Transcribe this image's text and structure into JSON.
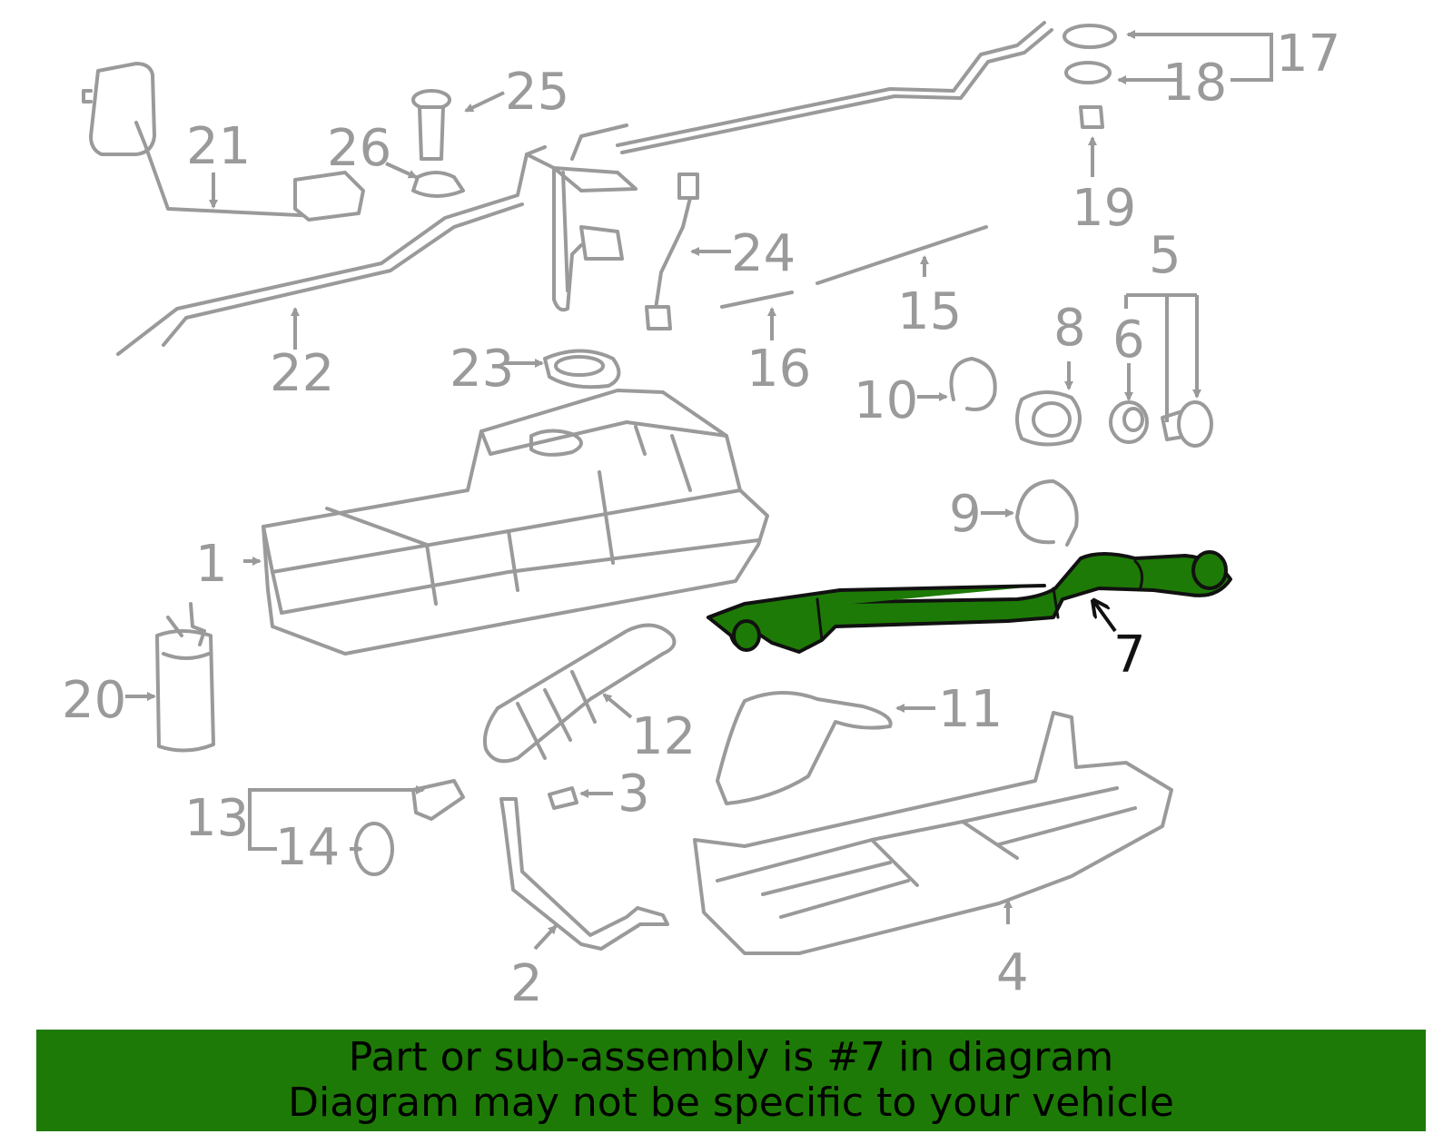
{
  "colors": {
    "highlight": "#1e7a06",
    "line_art": "#9a9a9a",
    "banner_bg": "#1e7a06",
    "banner_text": "#000000"
  },
  "highlighted_part": "7",
  "callouts": {
    "c1": "1",
    "c2": "2",
    "c3": "3",
    "c4": "4",
    "c5": "5",
    "c6": "6",
    "c7": "7",
    "c8": "8",
    "c9": "9",
    "c10": "10",
    "c11": "11",
    "c12": "12",
    "c13": "13",
    "c14": "14",
    "c15": "15",
    "c16": "16",
    "c17": "17",
    "c18": "18",
    "c19": "19",
    "c20": "20",
    "c21": "21",
    "c22": "22",
    "c23": "23",
    "c24": "24",
    "c25": "25",
    "c26": "26"
  },
  "banner": {
    "line1": "Part or sub-assembly is #7 in diagram",
    "line2": "Diagram may not be specific to your vehicle"
  }
}
